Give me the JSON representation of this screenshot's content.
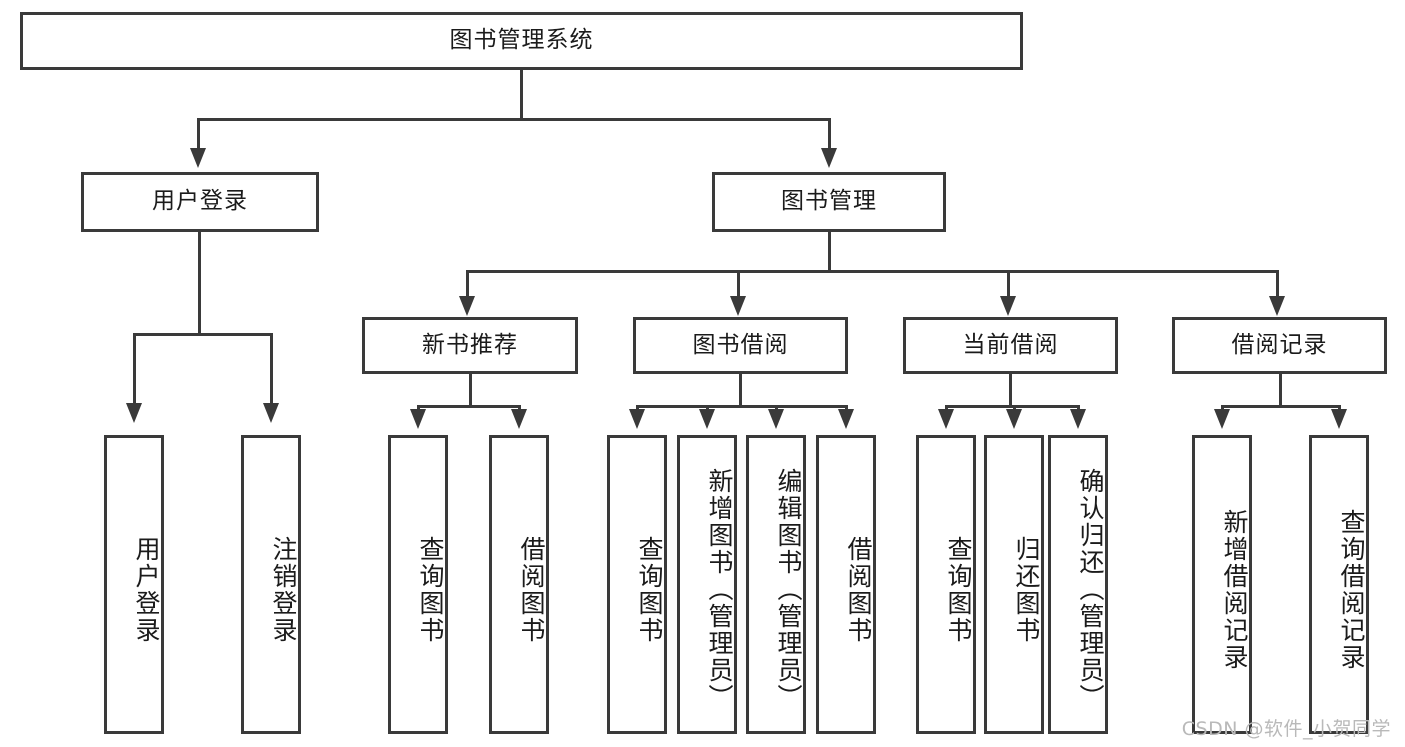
{
  "diagram": {
    "type": "tree-hierarchy-diagram",
    "title": "图书管理系统",
    "colors": {
      "stroke": "#3a3a3a",
      "fill": "#ffffff",
      "text": "#1b1b1b",
      "watermark": "#b9b9b9"
    },
    "root": {
      "label": "图书管理系统"
    },
    "level2": [
      {
        "label": "用户登录"
      },
      {
        "label": "图书管理"
      }
    ],
    "level3": [
      {
        "label": "新书推荐"
      },
      {
        "label": "图书借阅"
      },
      {
        "label": "当前借阅"
      },
      {
        "label": "借阅记录"
      }
    ],
    "leaves": {
      "user_login": [
        {
          "label": "用户登录"
        },
        {
          "label": "注销登录"
        }
      ],
      "new_book_recommend": [
        {
          "label": "查询图书"
        },
        {
          "label": "借阅图书"
        }
      ],
      "book_borrow": [
        {
          "label": "查询图书"
        },
        {
          "label": "新增图书（管理员）"
        },
        {
          "label": "编辑图书（管理员）"
        },
        {
          "label": "借阅图书"
        }
      ],
      "current_borrow": [
        {
          "label": "查询图书"
        },
        {
          "label": "归还图书"
        },
        {
          "label": "确认归还（管理员）"
        }
      ],
      "borrow_record": [
        {
          "label": "新增借阅记录"
        },
        {
          "label": "查询借阅记录"
        }
      ]
    }
  },
  "watermark": {
    "text": "CSDN @软件_小贺同学"
  }
}
